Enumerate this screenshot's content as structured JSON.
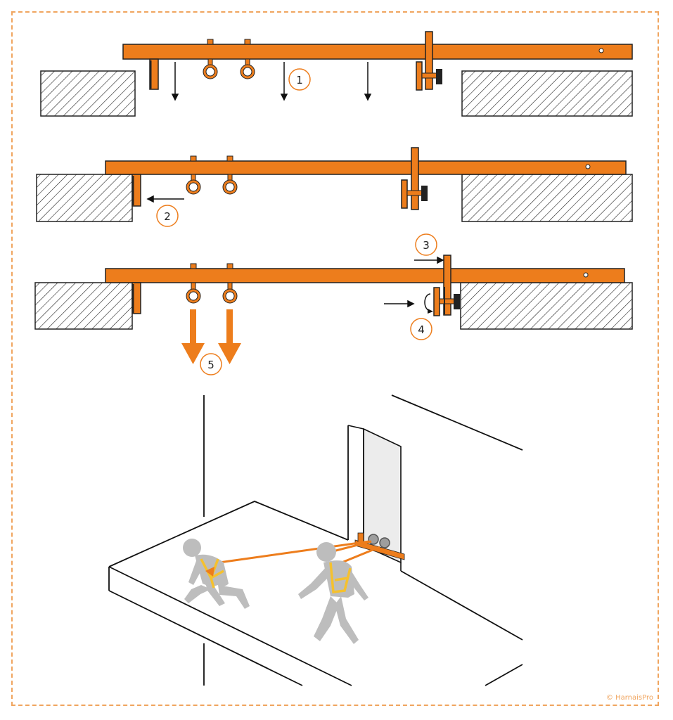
{
  "steps": [
    {
      "number": "1"
    },
    {
      "number": "2"
    },
    {
      "number": "3"
    },
    {
      "number": "4"
    },
    {
      "number": "5"
    }
  ],
  "copyright": "© HarnaisPro",
  "colors": {
    "beam": "#ed7d1c",
    "beam_stroke": "#1a1a1a",
    "frame_dash": "#f0a55f",
    "harness": "#f5c12e",
    "worker": "#bdbdbd",
    "lanyard": "#ed7d1c",
    "step_circle": "#ed7d1c",
    "hatch": "#222222"
  }
}
